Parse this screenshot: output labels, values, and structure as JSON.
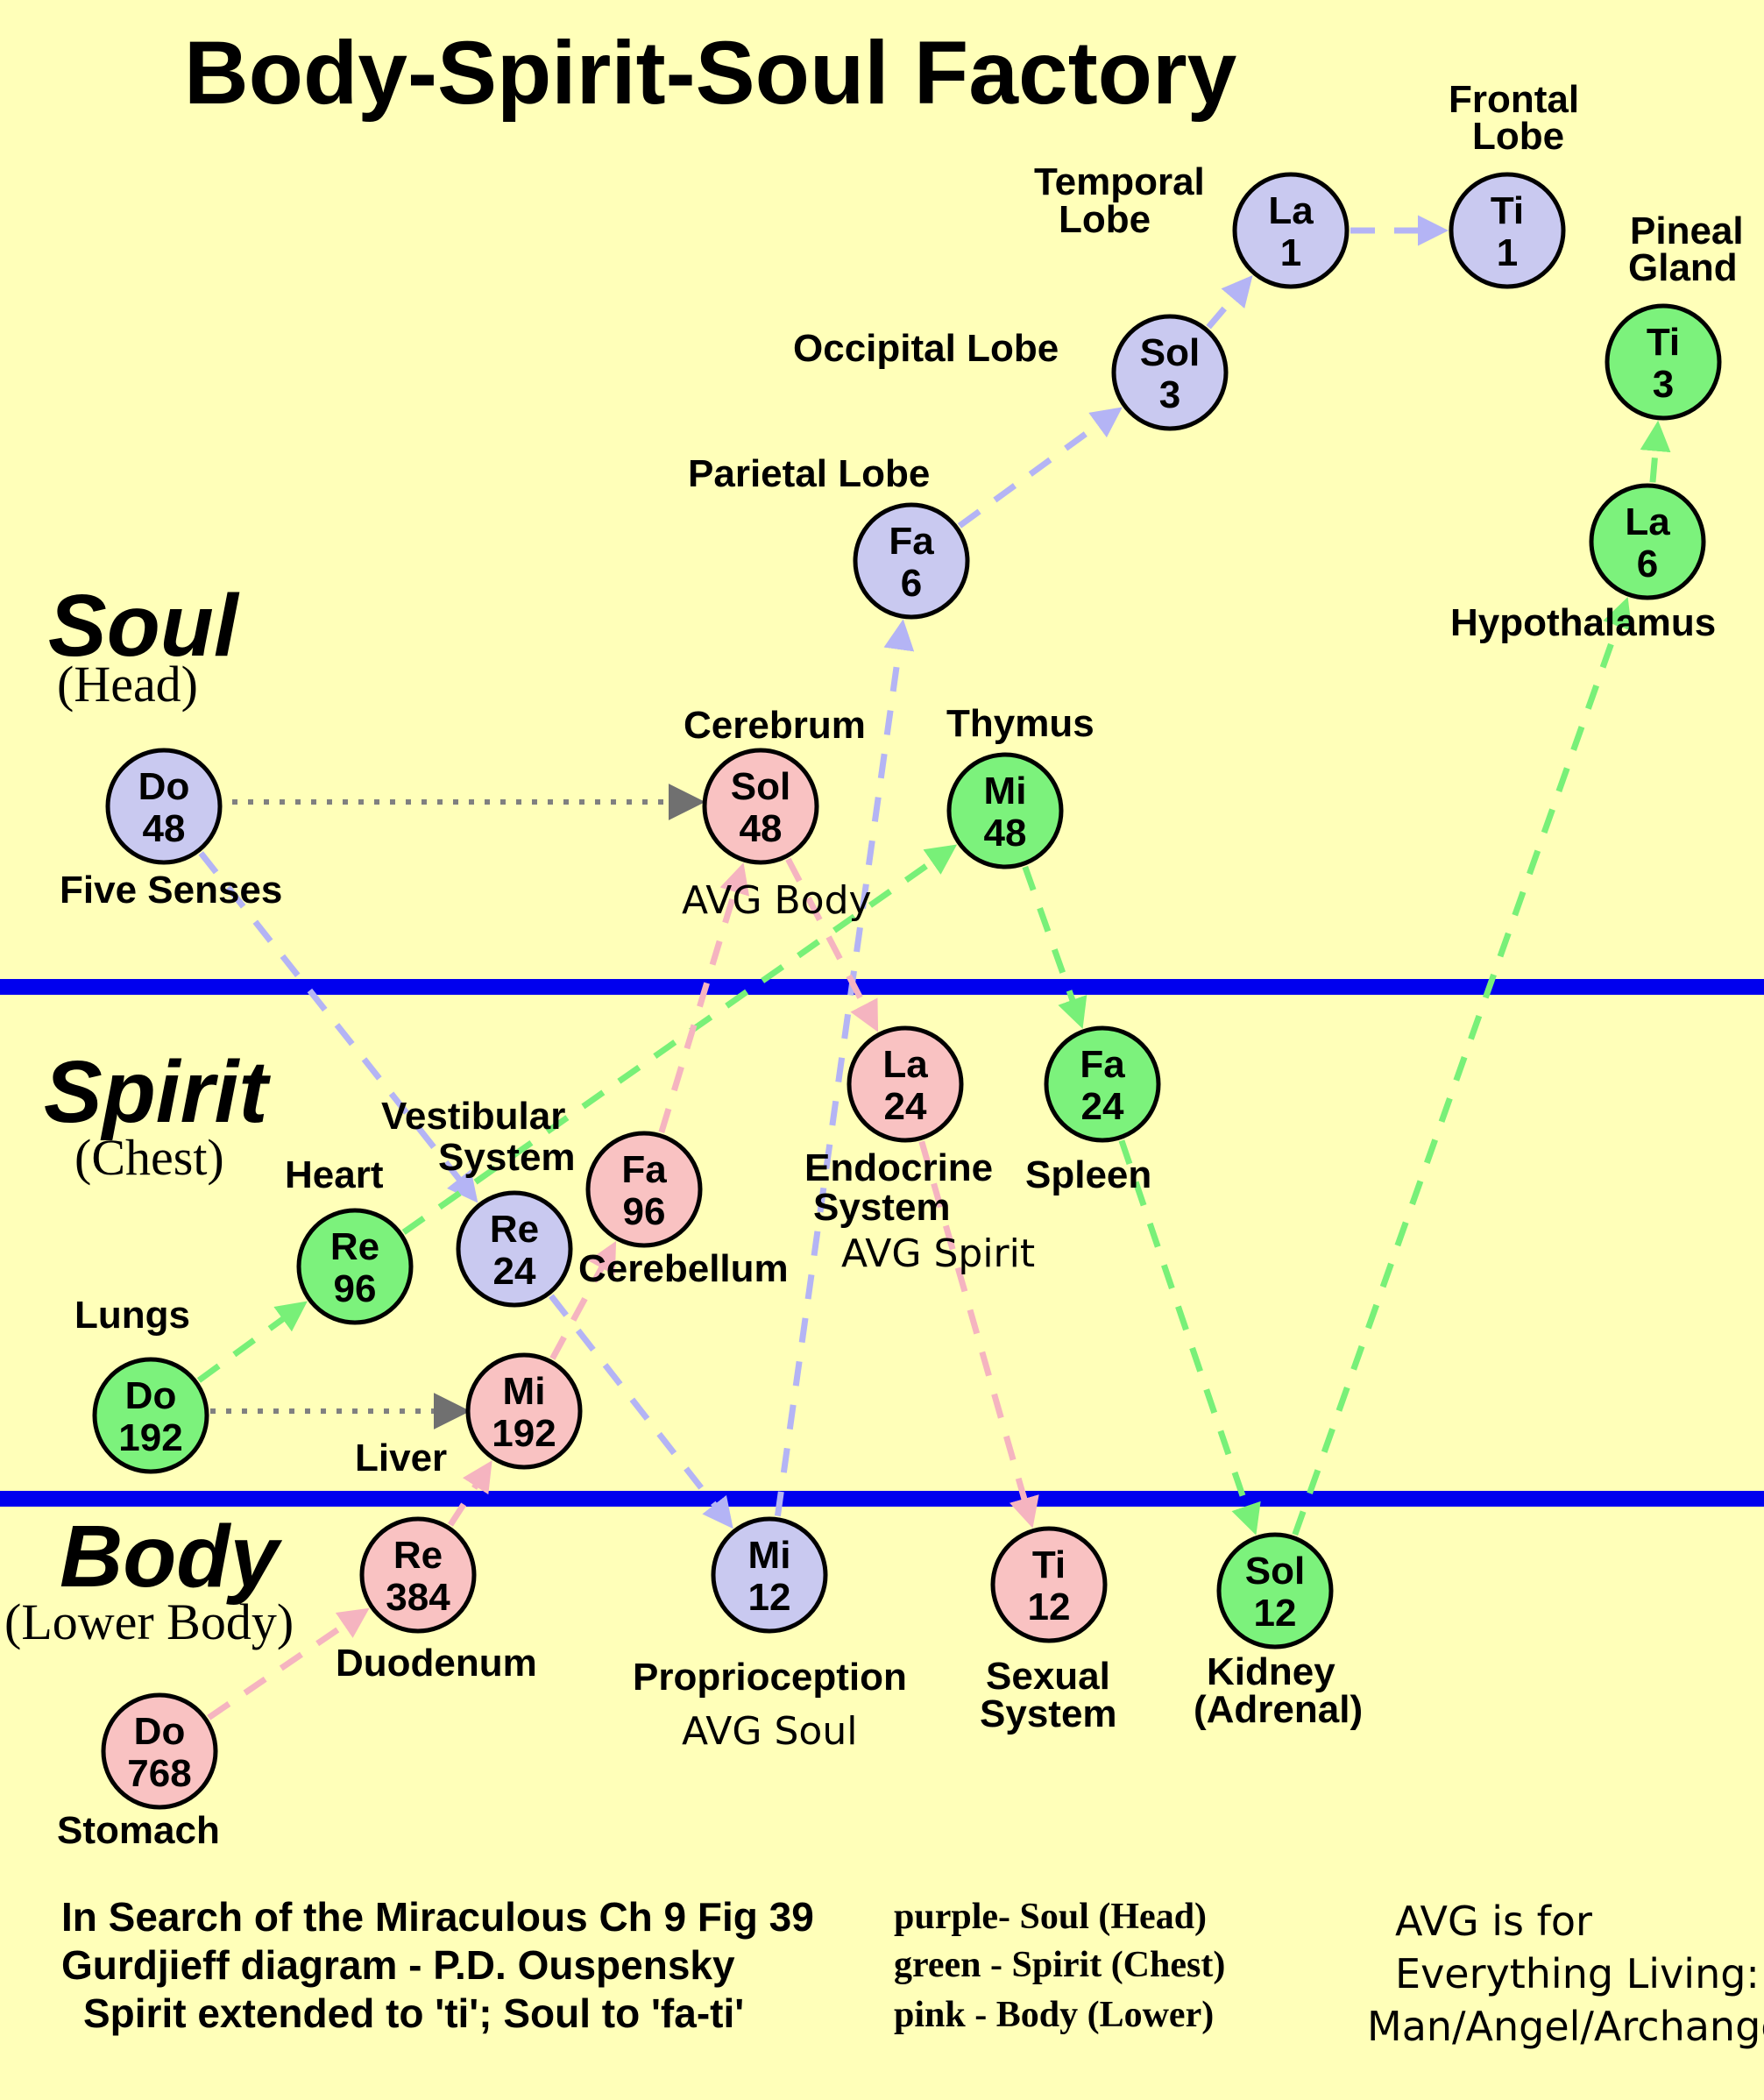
{
  "title": "Body-Spirit-Soul  Factory",
  "colors": {
    "background": "#ffffb9",
    "soul": "#c9c9f0",
    "spirit": "#7cf27c",
    "body": "#f9c2c2",
    "soul_arrow": "#b4b4f5",
    "spirit_arrow": "#78f078",
    "body_arrow": "#f5b4c0",
    "divider": "#0000ee",
    "connector": "#808080"
  },
  "regions": [
    {
      "id": "soul",
      "title": "Soul",
      "subtitle": "(Head)"
    },
    {
      "id": "spirit",
      "title": "Spirit",
      "subtitle": "(Chest)"
    },
    {
      "id": "body",
      "title": "Body",
      "subtitle": "(Lower Body)"
    }
  ],
  "nodes": [
    {
      "id": "soul-do-48",
      "group": "soul",
      "note": "Do",
      "value": "48"
    },
    {
      "id": "soul-re-24",
      "group": "soul",
      "note": "Re",
      "value": "24"
    },
    {
      "id": "soul-mi-12",
      "group": "soul",
      "note": "Mi",
      "value": "12"
    },
    {
      "id": "soul-fa-6",
      "group": "soul",
      "note": "Fa",
      "value": "6"
    },
    {
      "id": "soul-sol-3",
      "group": "soul",
      "note": "Sol",
      "value": "3"
    },
    {
      "id": "soul-la-1",
      "group": "soul",
      "note": "La",
      "value": "1"
    },
    {
      "id": "soul-ti-1",
      "group": "soul",
      "note": "Ti",
      "value": "1"
    },
    {
      "id": "spirit-do-192",
      "group": "spirit",
      "note": "Do",
      "value": "192"
    },
    {
      "id": "spirit-re-96",
      "group": "spirit",
      "note": "Re",
      "value": "96"
    },
    {
      "id": "spirit-mi-48",
      "group": "spirit",
      "note": "Mi",
      "value": "48"
    },
    {
      "id": "spirit-fa-24",
      "group": "spirit",
      "note": "Fa",
      "value": "24"
    },
    {
      "id": "spirit-sol-12",
      "group": "spirit",
      "note": "Sol",
      "value": "12"
    },
    {
      "id": "spirit-la-6",
      "group": "spirit",
      "note": "La",
      "value": "6"
    },
    {
      "id": "spirit-ti-3",
      "group": "spirit",
      "note": "Ti",
      "value": "3"
    },
    {
      "id": "body-do-768",
      "group": "body",
      "note": "Do",
      "value": "768"
    },
    {
      "id": "body-re-384",
      "group": "body",
      "note": "Re",
      "value": "384"
    },
    {
      "id": "body-mi-192",
      "group": "body",
      "note": "Mi",
      "value": "192"
    },
    {
      "id": "body-fa-96",
      "group": "body",
      "note": "Fa",
      "value": "96"
    },
    {
      "id": "body-sol-48",
      "group": "body",
      "note": "Sol",
      "value": "48"
    },
    {
      "id": "body-la-24",
      "group": "body",
      "note": "La",
      "value": "24"
    },
    {
      "id": "body-ti-12",
      "group": "body",
      "note": "Ti",
      "value": "12"
    }
  ],
  "labels": {
    "frontal_lobe_1": "Frontal",
    "frontal_lobe_2": "Lobe",
    "temporal_lobe_1": "Temporal",
    "temporal_lobe_2": "Lobe",
    "pineal_1": "Pineal",
    "pineal_2": "Gland",
    "occipital": "Occipital Lobe",
    "parietal": "Parietal  Lobe",
    "hypothalamus": "Hypothalamus",
    "cerebrum": "Cerebrum",
    "thymus": "Thymus",
    "five_senses": "Five Senses",
    "avg_body": "AVG Body",
    "vestibular_1": "Vestibular",
    "vestibular_2": "System",
    "heart": "Heart",
    "endocrine_1": "Endocrine",
    "endocrine_2": "System",
    "avg_spirit": "AVG Spirit",
    "spleen": "Spleen",
    "cerebellum": "Cerebellum",
    "lungs": "Lungs",
    "liver": "Liver",
    "duodenum": "Duodenum",
    "proprioception": "Proprioception",
    "avg_soul": "AVG Soul",
    "sexual_1": "Sexual",
    "sexual_2": "System",
    "kidney_1": "Kidney",
    "kidney_2": "(Adrenal)",
    "stomach": "Stomach"
  },
  "footer": {
    "line1": "In Search of the Miraculous Ch 9 Fig 39",
    "line2": "Gurdjieff diagram - P.D. Ouspensky",
    "line3": "Spirit extended to 'ti'; Soul to 'fa-ti'"
  },
  "legend": {
    "line1": "purple- Soul (Head)",
    "line2": "green - Spirit (Chest)",
    "line3": "pink - Body (Lower)"
  },
  "avg_note": {
    "line1": "AVG is for",
    "line2": "Everything Living:",
    "line3": "Man/Angel/Archangel"
  }
}
